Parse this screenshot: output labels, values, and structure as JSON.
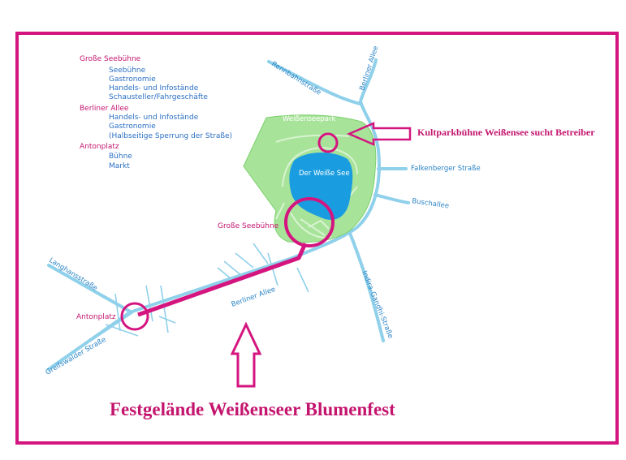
{
  "colors": {
    "frame": "#d4157f",
    "street": "#8fd0ea",
    "park": "#a8e39a",
    "parkEdge": "#7bd06c",
    "lake": "#1a9de0",
    "path": "#d8f3d0",
    "legendTitle": "#c4156e",
    "legendItem": "#2a6fc4",
    "streetLabel": "#2b84c6",
    "accent": "#d4157f"
  },
  "legend": {
    "g1_title": "Große Seebühne",
    "g1_items": [
      "Seebühne",
      "Gastronomie",
      "Handels- und Infostände",
      "Schausteller/Fahrgeschäfte"
    ],
    "g2_title": "Berliner Allee",
    "g2_items": [
      "Handels- und Infostände",
      "Gastronomie",
      "(Halbseitige Sperrung der Straße)"
    ],
    "g3_title": "Antonplatz",
    "g3_items": [
      "Bühne",
      "Markt"
    ]
  },
  "streets": {
    "rennbahn": "Rennbahnstraße",
    "berliner_allee_ne": "Berliner Allee",
    "falkenberger": "Falkenberger Straße",
    "busch": "Buschallee",
    "indira": "Indira-Gandhi-Straße",
    "berliner_allee_sw": "Berliner Allee",
    "langhans": "Langhansstraße",
    "greifswalder": "Greifswalder Straße"
  },
  "places": {
    "park": "Weißenseepark",
    "lake": "Der Weiße See",
    "stage": "Große Seebühne",
    "antonplatz": "Antonplatz"
  },
  "annotations": {
    "kultpark": "Kultparkbühne Weißensee sucht Betreiber",
    "title": "Festgelände Weißenseer Blumenfest"
  }
}
